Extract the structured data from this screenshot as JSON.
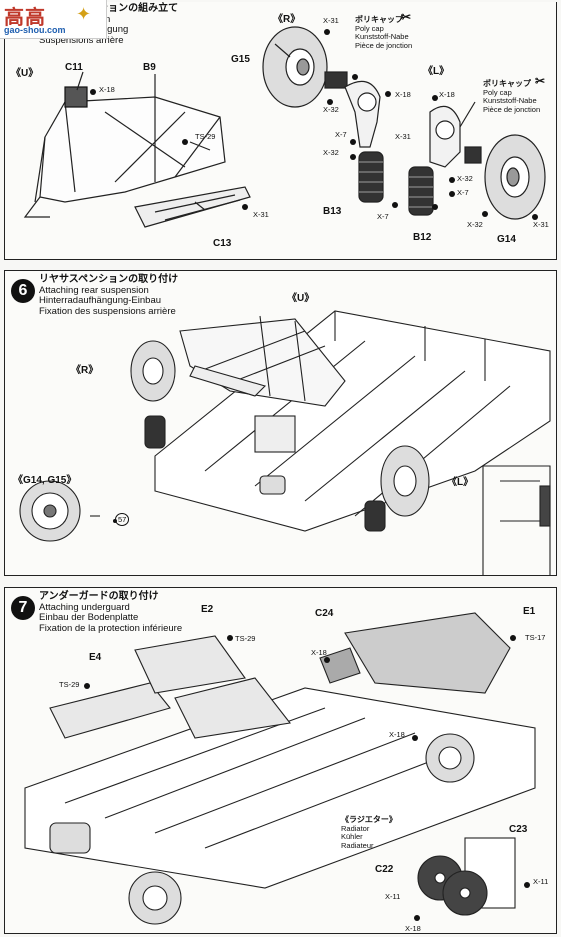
{
  "watermark": {
    "logo": "高高",
    "url": "gao-shou.com"
  },
  "step5": {
    "heading": {
      "jp": "リヤサスペンションの組み立て",
      "en": "Rear suspension",
      "de": "Hinterradaufhängung",
      "fr": "Suspensions arrière"
    },
    "group_u": "《U》",
    "group_r": "《R》",
    "group_l": "《L》",
    "parts": {
      "c11": "C11",
      "b9": "B9",
      "c13": "C13",
      "g15": "G15",
      "b13": "B13",
      "b12": "B12",
      "g14": "G14"
    },
    "screws": {
      "x18": "X-18",
      "ts29": "TS-29",
      "x31": "X-31",
      "x32": "X-32",
      "x7": "X-7"
    },
    "polycap": {
      "jp": "ポリキャップ",
      "en": "Poly cap",
      "de": "Kunststoff-Nabe",
      "fr": "Pièce de jonction"
    }
  },
  "step6": {
    "number": "6",
    "heading": {
      "jp": "リヤサスペンションの取り付け",
      "en": "Attaching rear suspension",
      "de": "Hinterradaufhängung-Einbau",
      "fr": "Fixation des suspensions arrière"
    },
    "group_u": "《U》",
    "group_r": "《R》",
    "group_l": "《L》",
    "group_g": "《G14, G15》",
    "ref": "57"
  },
  "step7": {
    "number": "7",
    "heading": {
      "jp": "アンダーガードの取り付け",
      "en": "Attaching underguard",
      "de": "Einbau der Bodenplatte",
      "fr": "Fixation de la protection inférieure"
    },
    "parts": {
      "e2": "E2",
      "e4": "E4",
      "c24": "C24",
      "e1": "E1",
      "c23": "C23",
      "c22": "C22"
    },
    "screws": {
      "ts29": "TS-29",
      "x18": "X-18",
      "ts17": "TS-17",
      "x11": "X-11"
    },
    "radiator": {
      "jp": "《ラジエター》",
      "en": "Radiator",
      "de": "Kühler",
      "fr": "Radiateur"
    }
  }
}
